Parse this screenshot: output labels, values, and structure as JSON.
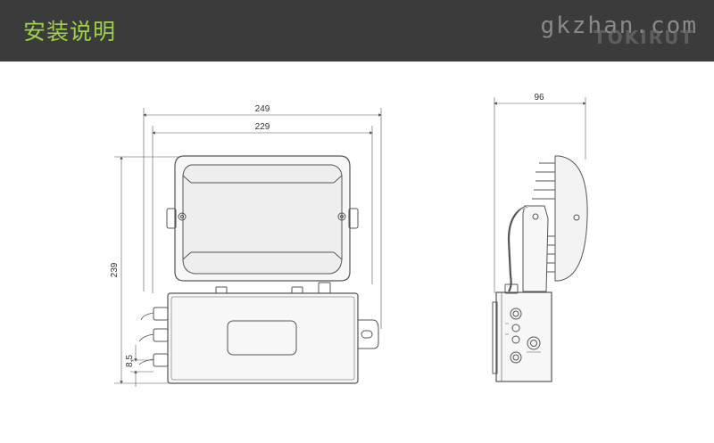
{
  "header": {
    "title": "安装说明",
    "watermark": "gkzhan.com",
    "watermark_brand": "TOKIRUT"
  },
  "dimensions": {
    "overall_width": "249",
    "lens_width": "229",
    "overall_height": "239",
    "bottom_offset": "8,5",
    "side_depth": "96"
  },
  "colors": {
    "header_bg": "#3b3b3b",
    "title": "#9fd04a",
    "line": "#555555"
  }
}
